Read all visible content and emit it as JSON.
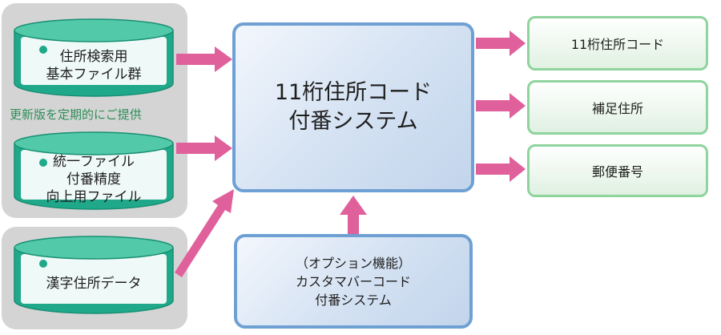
{
  "databases": [
    {
      "lines": [
        "住所検索用",
        "基本ファイル群"
      ]
    },
    {
      "lines": [
        "統一ファイル",
        "付番精度",
        "向上用ファイル"
      ]
    },
    {
      "lines": [
        "漢字住所データ"
      ]
    }
  ],
  "update_caption": "更新版を定期的にご提供",
  "system": {
    "lines": [
      "11桁住所コード",
      "付番システム"
    ]
  },
  "option": {
    "lines": [
      "（オプション機能）",
      "カスタマバーコード",
      "付番システム"
    ]
  },
  "outputs": [
    "11桁住所コード",
    "補足住所",
    "郵便番号"
  ],
  "colors": {
    "arrow": "#e0609c",
    "panel": "#d4d4d4",
    "db_body": "#1fa88a",
    "db_top": "#52c9a8",
    "center_border": "#6fa0d4",
    "output_border": "#8ed49c",
    "caption": "#2e8f5a"
  }
}
